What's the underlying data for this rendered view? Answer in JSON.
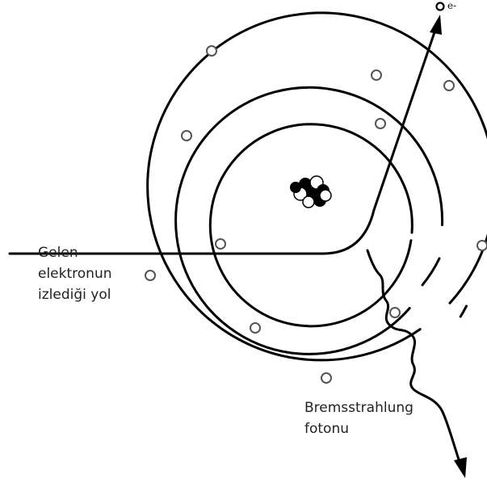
{
  "labels": {
    "incoming_line1": "Gelen",
    "incoming_line2": "elektronun",
    "incoming_line3": "izlediği yol",
    "photon_line1": "Bremsstrahlung",
    "photon_line2": "fotonu",
    "scattered_electron": "e-"
  },
  "colors": {
    "line": "#000000",
    "text": "#222222",
    "electron_fill": "#ffffff",
    "electron_stroke": "#555555",
    "background": "#ffffff"
  },
  "icons": {
    "nucleus": "nucleus-icon",
    "electron": "electron-icon",
    "arrow": "arrowhead-icon"
  }
}
